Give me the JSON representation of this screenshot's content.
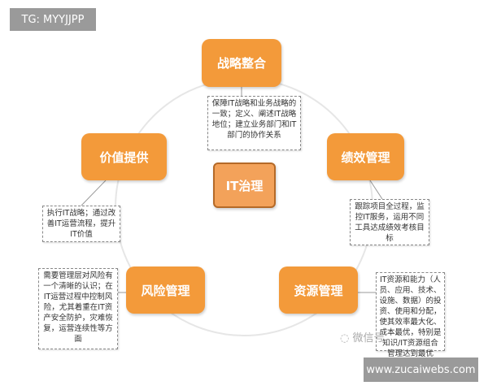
{
  "tag_label": "TG: MYYJJPP",
  "website_label": "www.zucaiwebs.com",
  "watermark": "微信号",
  "center": "IT治理",
  "nodes": {
    "strategy": "战略整合",
    "value": "价值提供",
    "performance": "绩效管理",
    "risk": "风险管理",
    "resource": "资源管理"
  },
  "notes": {
    "strategy": "保障IT战略和业务战略的一致；定义、阐述IT战略地位；建立业务部门和IT部门的协作关系",
    "value": "执行IT战略；通过改善IT运营流程，提升IT价值",
    "performance": "跟踪项目全过程，监控IT服务，运用不同工具达成绩效考核目标",
    "risk": "需要管理层对风险有一个清晰的认识；在IT运营过程中控制风险，尤其着重在IT资产安全防护，灾难恢复，运营连续性等方面",
    "resource": "IT资源和能力（人员、应用、技术、设施、数据）的投资、使用和分配，使其效率最大化、成本最优，特别是知识/IT资源组合管理达到最优"
  },
  "colors": {
    "node": "#f39a3a",
    "center_border": "#b56a28",
    "circle": "#e6e6e6"
  }
}
